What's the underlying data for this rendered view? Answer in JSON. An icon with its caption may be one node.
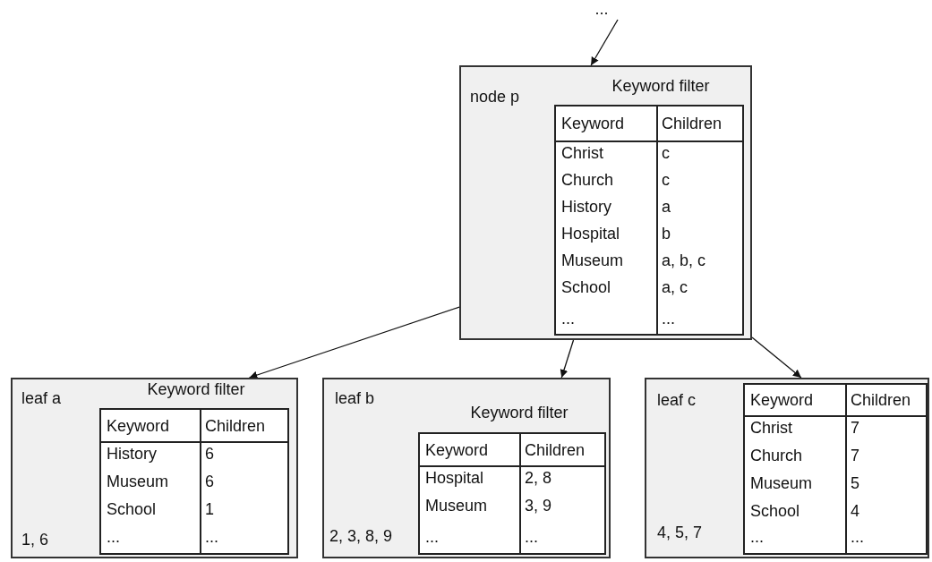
{
  "diagram": {
    "nodes": [
      {
        "text": [
          "..."
        ]
      },
      {
        "text": [
          "node p",
          "Keyword filter"
        ]
      },
      {
        "text": [
          "Keyword",
          "Children",
          "Christ",
          "c",
          "Church",
          "c",
          "History",
          "a",
          "Hospital",
          "b",
          "Museum",
          "a, b, c",
          "School",
          "a, c",
          "...",
          "..."
        ],
        "in": 1
      },
      {
        "text": [
          "leaf a",
          "Keyword filter",
          "1, 6"
        ]
      },
      {
        "text": [
          "Keyword",
          "Children",
          "History",
          "6",
          "Museum",
          "6",
          "School",
          "1",
          "...",
          "..."
        ],
        "in": 3
      },
      {
        "text": [
          "leaf b",
          "Keyword filter",
          "2, 3, 8, 9"
        ]
      },
      {
        "text": [
          "Keyword",
          "Children",
          "Hospital",
          "2, 8",
          "Museum",
          "3, 9",
          "...",
          "..."
        ],
        "in": 5
      },
      {
        "text": [
          "leaf c",
          "4, 5, 7"
        ]
      },
      {
        "text": [
          "Keyword",
          "Children",
          "Christ",
          "7",
          "Church",
          "7",
          "Museum",
          "5",
          "School",
          "4",
          "...",
          "..."
        ],
        "in": 7
      }
    ],
    "edges": [
      {
        "from": 0,
        "to": 1,
        "arrow": "to"
      },
      {
        "from": 1,
        "to": 3,
        "arrow": "to"
      },
      {
        "from": 1,
        "to": 5,
        "arrow": "to"
      },
      {
        "from": 1,
        "to": 7,
        "arrow": "to"
      }
    ]
  }
}
